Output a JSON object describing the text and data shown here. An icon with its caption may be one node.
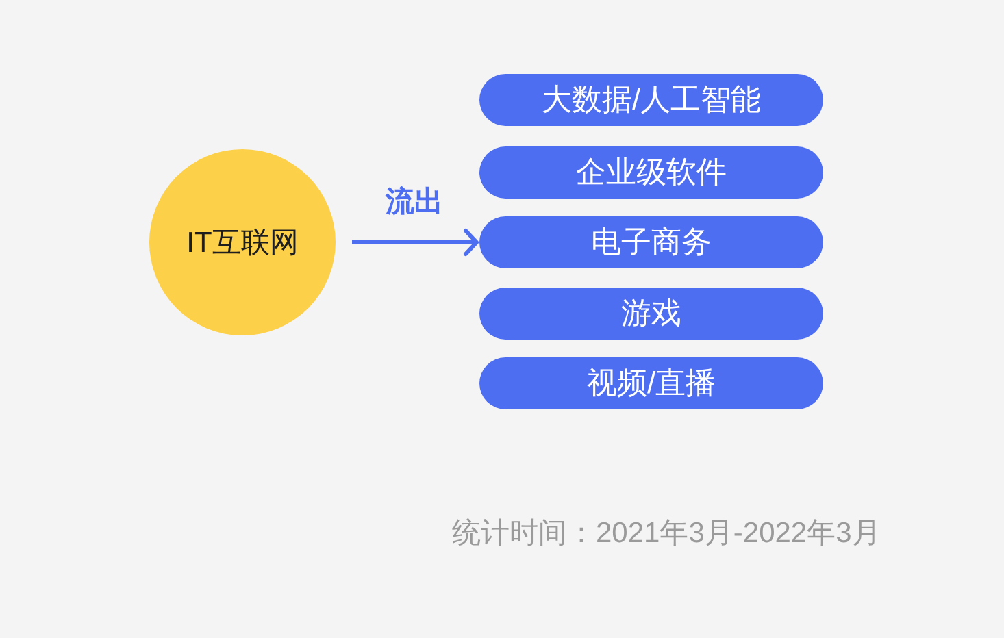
{
  "diagram": {
    "caption": "统计时间：2021年3月-2022年3月",
    "nodes": [
      {
        "text": [
          "IT互联网"
        ]
      },
      {
        "text": [
          "大数据/人工智能"
        ]
      },
      {
        "text": [
          "企业级软件"
        ]
      },
      {
        "text": [
          "电子商务"
        ]
      },
      {
        "text": [
          "游戏"
        ]
      },
      {
        "text": [
          "视频/直播"
        ]
      }
    ],
    "edges": [
      {
        "from": 0,
        "to": 3,
        "arrow": "to",
        "label": "流出"
      }
    ]
  }
}
